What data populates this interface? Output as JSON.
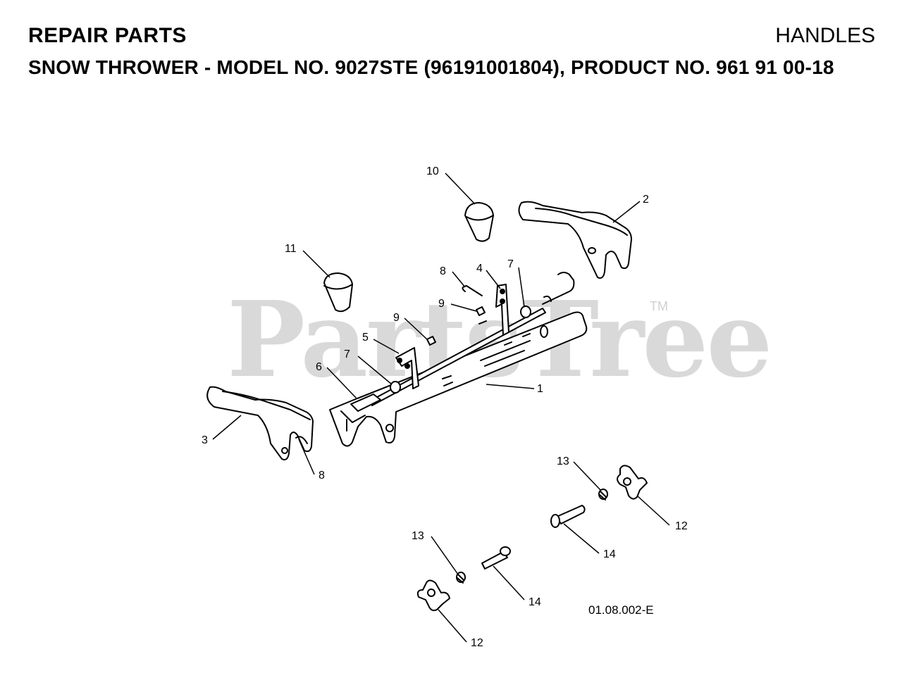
{
  "header": {
    "section": "REPAIR PARTS",
    "page_name": "HANDLES",
    "subtitle_prefix": "SNOW THROWER - MODEL NO. ",
    "model": "9027STE",
    "subtitle_suffix": " (96191001804), PRODUCT NO. 961 91 00-18"
  },
  "watermark": {
    "text": "PartsTree",
    "tm": "TM"
  },
  "figure_code": "01.08.002-E",
  "callouts": [
    "10",
    "2",
    "11",
    "8",
    "4",
    "7",
    "9",
    "9",
    "5",
    "7",
    "6",
    "1",
    "3",
    "8",
    "13",
    "12",
    "14",
    "13",
    "14",
    "12"
  ]
}
